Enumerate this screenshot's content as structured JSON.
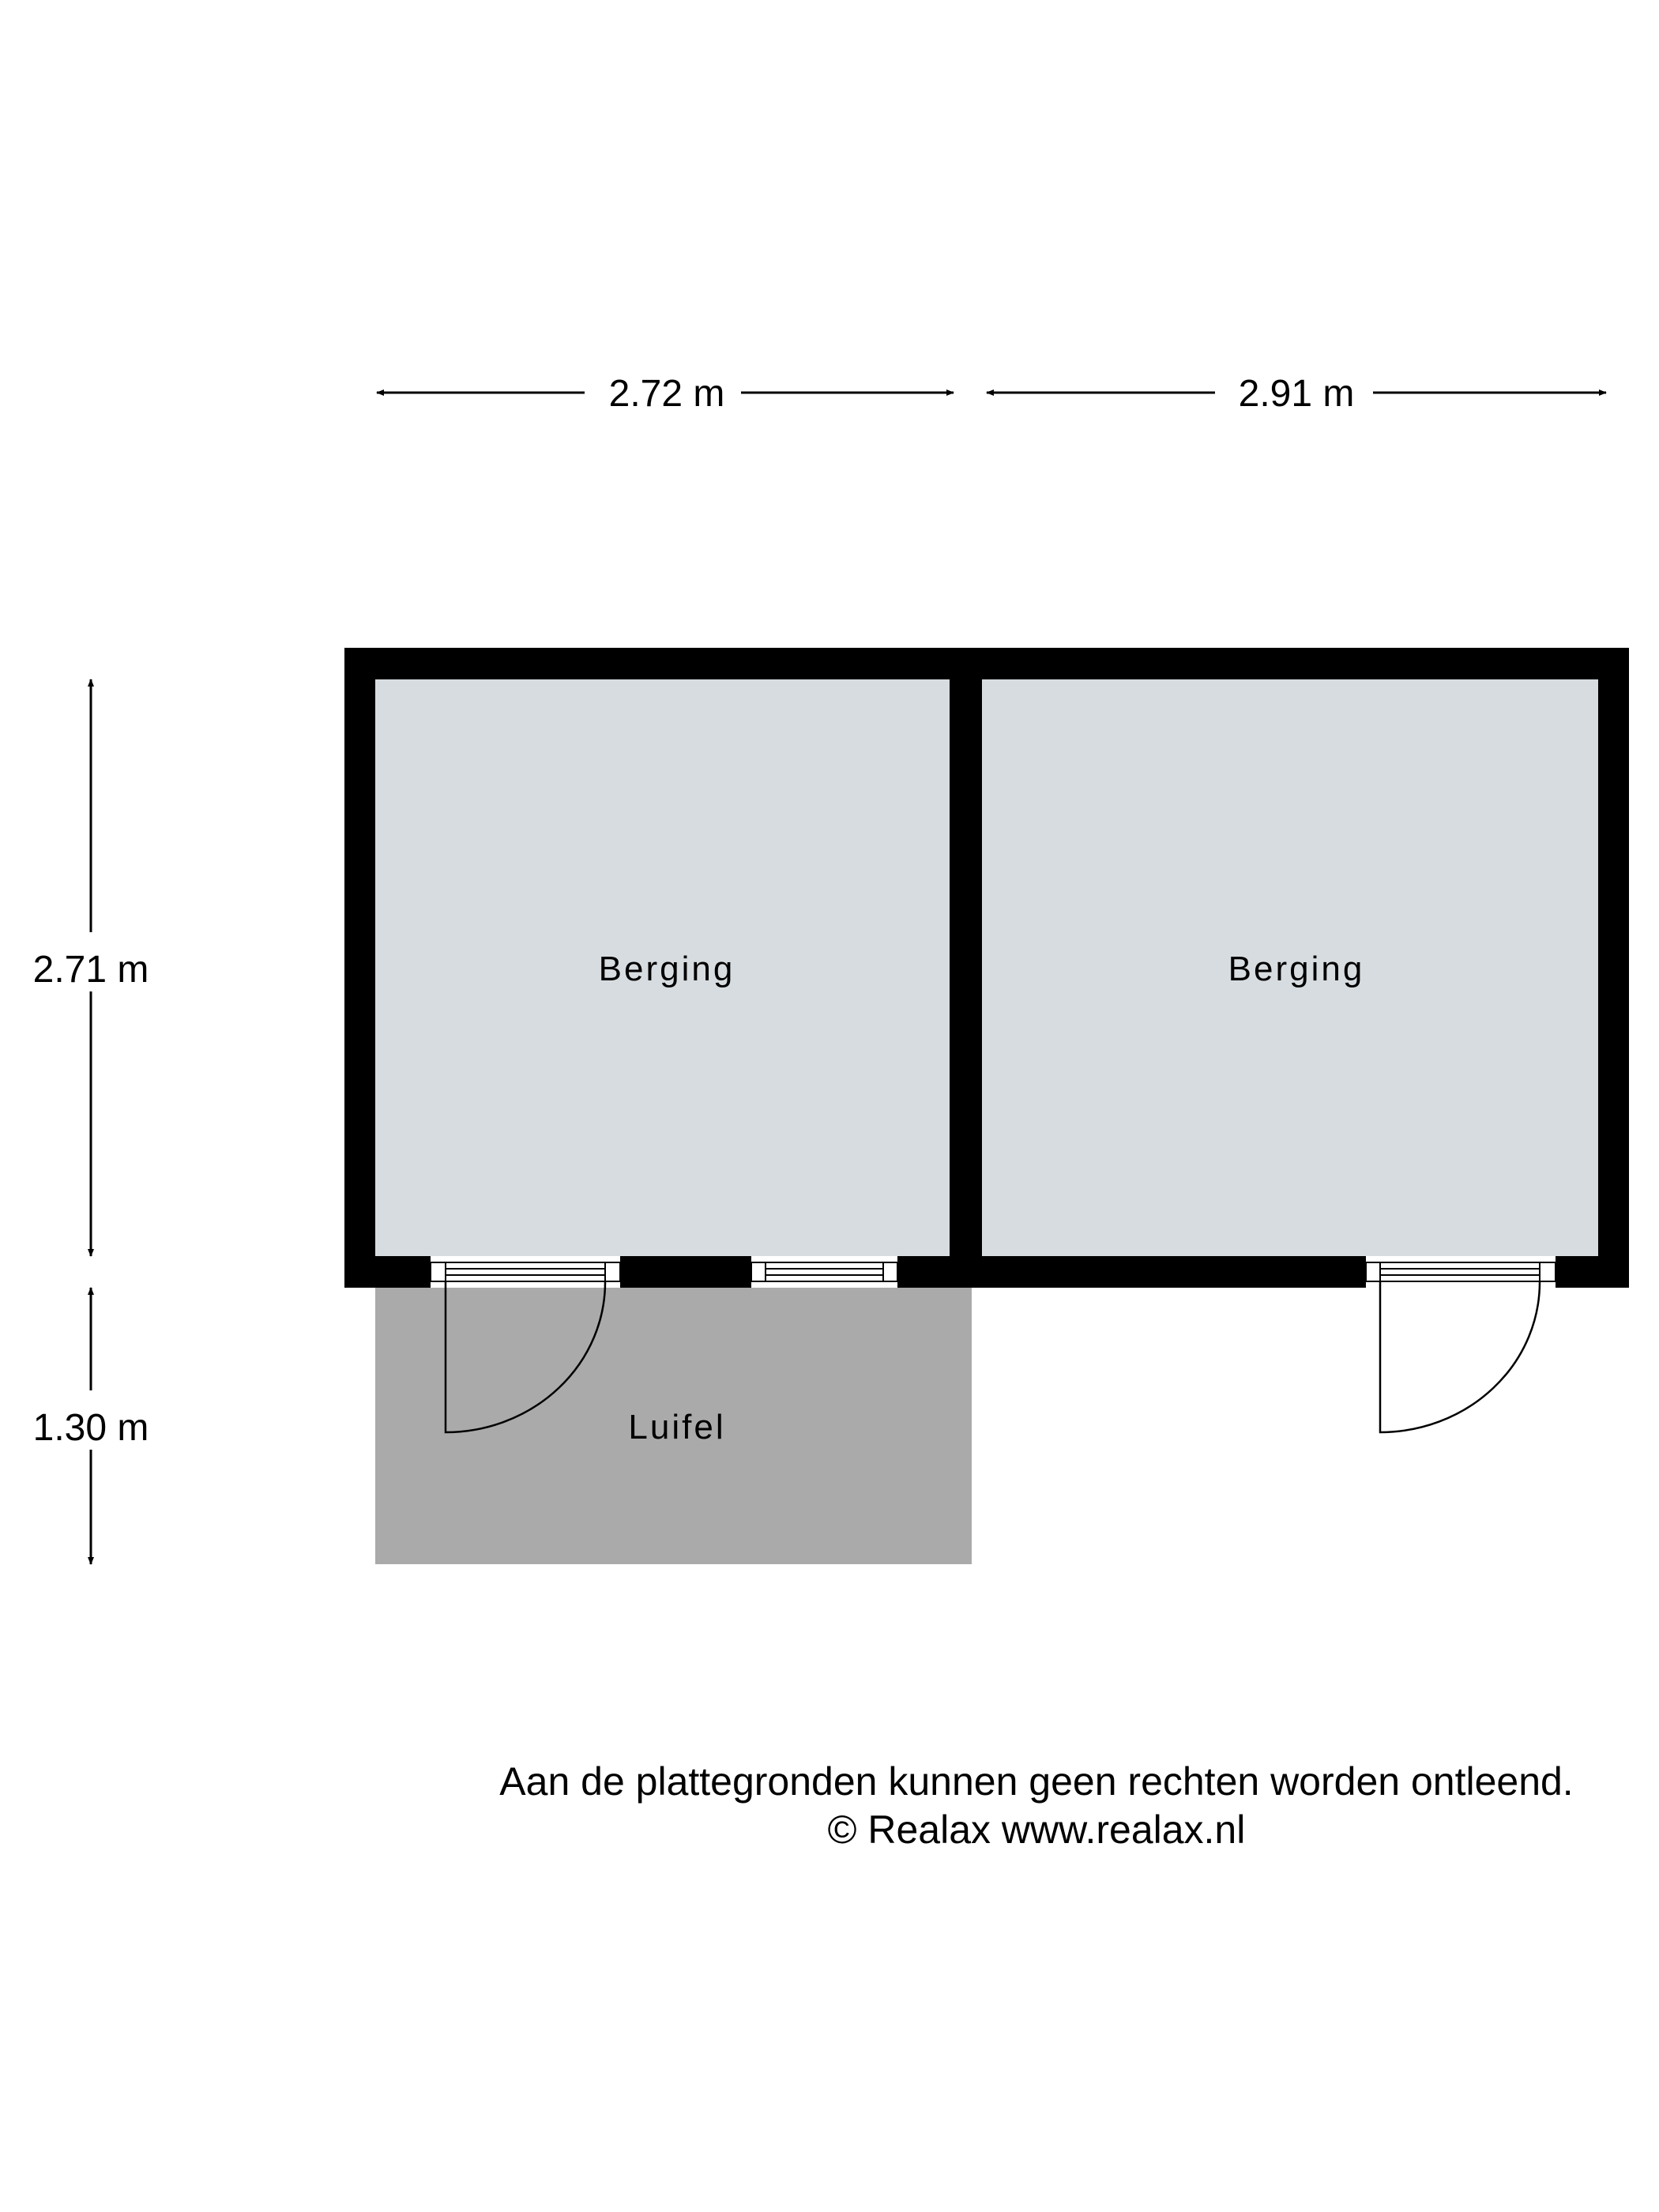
{
  "dimensions": {
    "width_left": "2.72 m",
    "width_right": "2.91 m",
    "depth_rooms": "2.71 m",
    "depth_canopy": "1.30 m"
  },
  "rooms": [
    {
      "label": "Berging"
    },
    {
      "label": "Berging"
    },
    {
      "label": "Luifel"
    }
  ],
  "footer": {
    "disclaimer": "Aan de plattegronden kunnen geen rechten worden ontleend.",
    "copyright": "© Realax www.realax.nl"
  },
  "colors": {
    "wall": "#000000",
    "room_fill": "#d7dce0",
    "canopy_fill": "#aaaaaa"
  }
}
